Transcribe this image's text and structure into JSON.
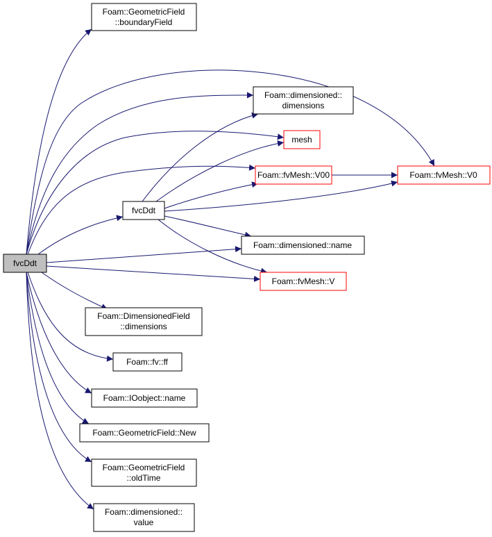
{
  "graph": {
    "edge_color": "#191970",
    "nodes": {
      "root": [
        "fvcDdt"
      ],
      "boundaryField": [
        "Foam::GeometricField",
        "::boundaryField"
      ],
      "dimensioned_dimensions": [
        "Foam::dimensioned::",
        "dimensions"
      ],
      "mesh": [
        "mesh"
      ],
      "V00": [
        "Foam::fvMesh::V00"
      ],
      "V0": [
        "Foam::fvMesh::V0"
      ],
      "fvcDdt_inner": [
        "fvcDdt"
      ],
      "dimensioned_name": [
        "Foam::dimensioned::name"
      ],
      "V": [
        "Foam::fvMesh::V"
      ],
      "DimensionedField_dimensions": [
        "Foam::DimensionedField",
        "::dimensions"
      ],
      "ff": [
        "Foam::fv::ff"
      ],
      "IOobject_name": [
        "Foam::IOobject::name"
      ],
      "GeometricField_New": [
        "Foam::GeometricField::New"
      ],
      "oldTime": [
        "Foam::GeometricField",
        "::oldTime"
      ],
      "dimensioned_value": [
        "Foam::dimensioned::",
        "value"
      ]
    }
  }
}
